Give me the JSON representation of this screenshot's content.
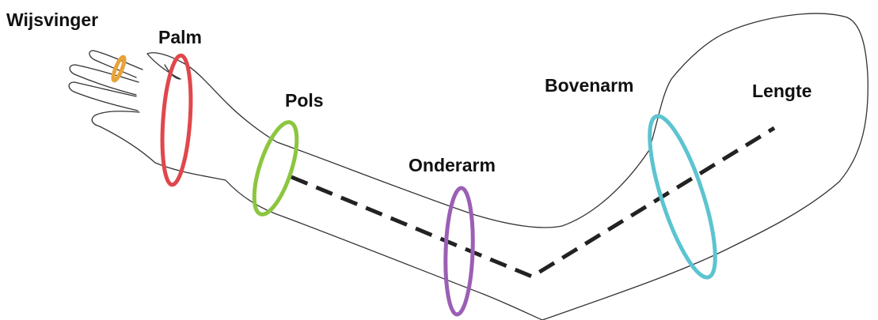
{
  "labels": {
    "index_finger": "Wijsvinger",
    "palm": "Palm",
    "wrist": "Pols",
    "forearm": "Onderarm",
    "upper_arm": "Bovenarm",
    "length": "Lengte"
  },
  "colors": {
    "index_finger": "#e8a33a",
    "palm": "#e0474c",
    "wrist": "#8cc63f",
    "forearm": "#9b5fb5",
    "upper_arm": "#5cc4d0",
    "length_line": "#222222",
    "outline": "#333333"
  }
}
